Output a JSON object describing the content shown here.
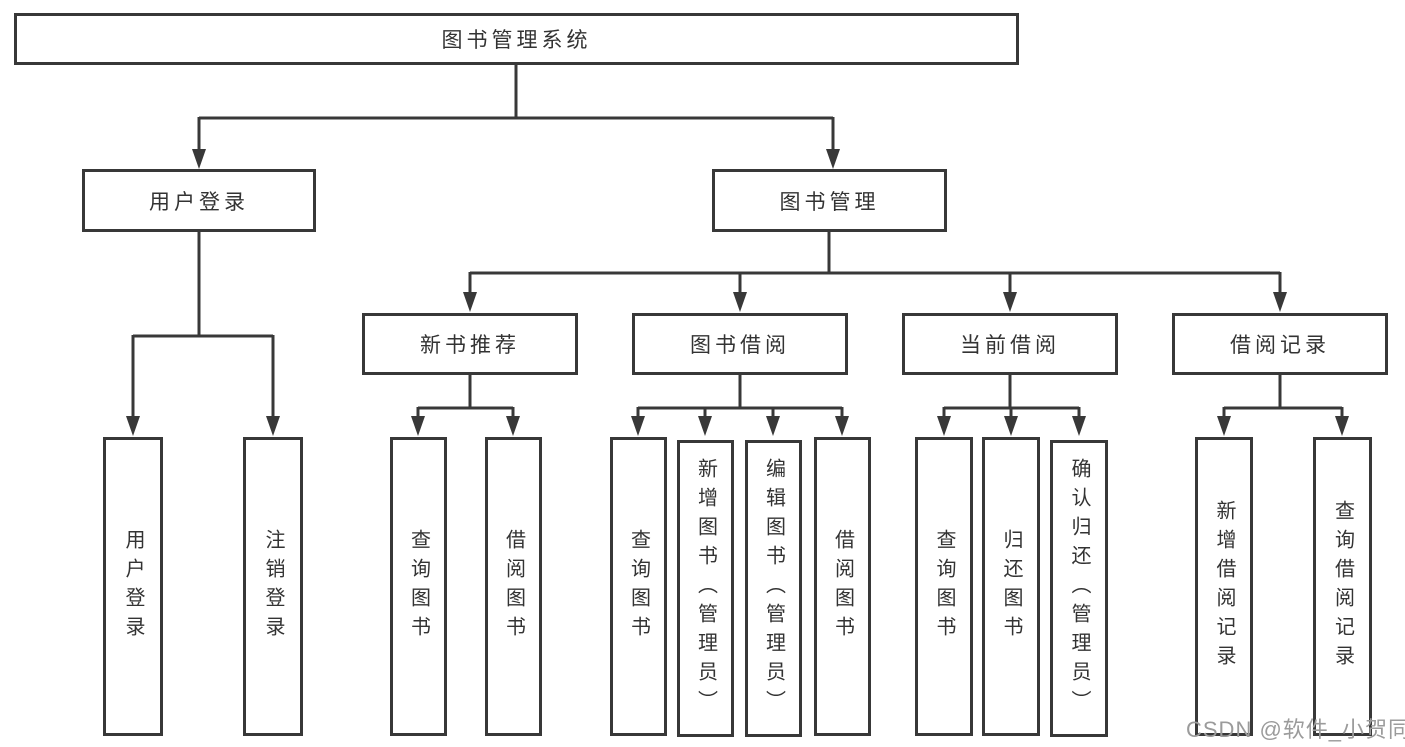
{
  "colors": {
    "line": "#383838",
    "text": "#333333",
    "watermark": "#9b9b9b",
    "bg": "#ffffff"
  },
  "nodes": {
    "root": "图书管理系统",
    "user_login": "用户登录",
    "book_mgmt": "图书管理",
    "new_book_rec": "新书推荐",
    "book_borrow": "图书借阅",
    "current_borrow": "当前借阅",
    "borrow_records": "借阅记录",
    "user_login_leaf": "用户登录",
    "logout_leaf": "注销登录",
    "nbr_query": "查询图书",
    "nbr_borrow": "借阅图书",
    "bb_query": "查询图书",
    "bb_add": "新增图书（管理员）",
    "bb_edit": "编辑图书（管理员）",
    "bb_borrow": "借阅图书",
    "cb_query": "查询图书",
    "cb_return": "归还图书",
    "cb_confirm": "确认归还（管理员）",
    "br_add": "新增借阅记录",
    "br_query": "查询借阅记录"
  },
  "watermark": "CSDN @软件_小贺同学"
}
